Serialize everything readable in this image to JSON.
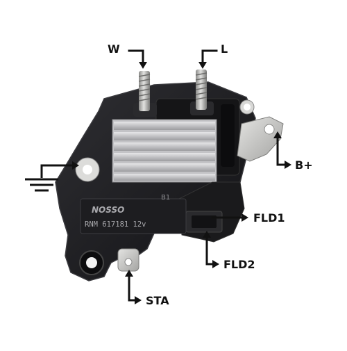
{
  "image": {
    "subject": "alternator voltage regulator",
    "background": "#ffffff"
  },
  "labels": {
    "w": "W",
    "l": "L",
    "b_plus": "B+",
    "fld1": "FLD1",
    "fld2": "FLD2",
    "sta": "STA"
  },
  "regulator_marking": {
    "brand": "NOSSO",
    "part": "RNM 617181 12v",
    "board_mark": "B1"
  },
  "colors": {
    "housing": "#1c1c1e",
    "housing_edge": "#2d2d30",
    "heatsink": "#c9c9cb",
    "terminal_metal": "#b9b9b7",
    "label_text": "#111111"
  },
  "icons": [
    "ground-symbol-icon"
  ]
}
